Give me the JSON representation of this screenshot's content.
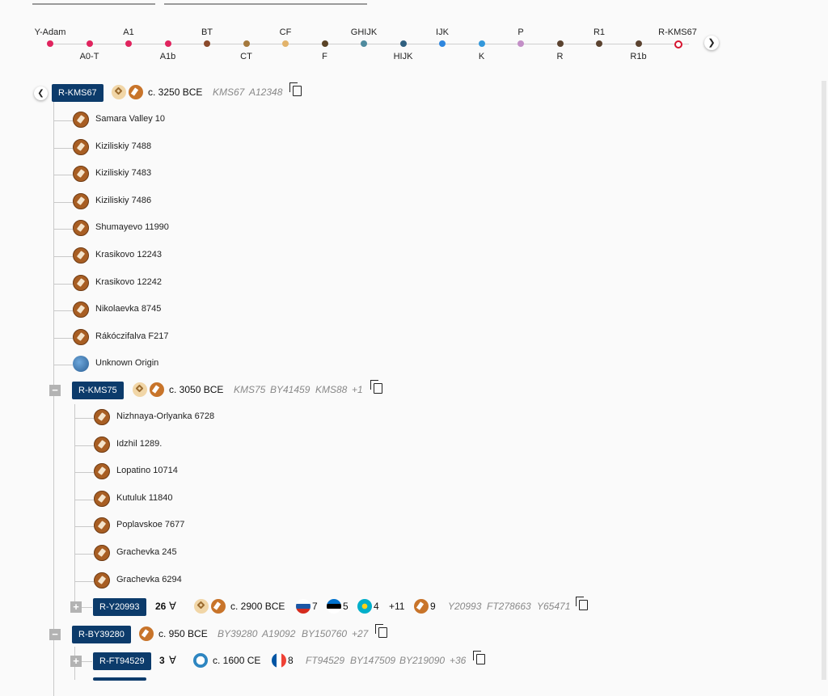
{
  "chain": {
    "nodes": [
      {
        "label": "Y-Adam",
        "color": "#e0245e"
      },
      {
        "label": "A0-T",
        "color": "#e0245e"
      },
      {
        "label": "A1",
        "color": "#e0245e"
      },
      {
        "label": "A1b",
        "color": "#e0245e"
      },
      {
        "label": "BT",
        "color": "#8b4a2b"
      },
      {
        "label": "CT",
        "color": "#a5793d"
      },
      {
        "label": "CF",
        "color": "#e2b36b"
      },
      {
        "label": "F",
        "color": "#5a4326"
      },
      {
        "label": "GHIJK",
        "color": "#4f8a9e"
      },
      {
        "label": "HIJK",
        "color": "#2f5f7f"
      },
      {
        "label": "IJK",
        "color": "#2e86de"
      },
      {
        "label": "K",
        "color": "#3498db"
      },
      {
        "label": "P",
        "color": "#c38fc7"
      },
      {
        "label": "R",
        "color": "#5b4330"
      },
      {
        "label": "R1",
        "color": "#5b4330"
      },
      {
        "label": "R1b",
        "color": "#5b4330"
      },
      {
        "label": "R-KMS67",
        "color": "#d6132e"
      }
    ],
    "next_icon": "chevron-right-icon"
  },
  "root": {
    "haplogroup": "R-KMS67",
    "date": "c. 3250 BCE",
    "snps": [
      "KMS67",
      "A12348"
    ],
    "samples": [
      "Samara Valley 10",
      "Kiziliskiy 7488",
      "Kiziliskiy 7483",
      "Kiziliskiy 7486",
      "Shumayevo 11990",
      "Krasikovo 12243",
      "Krasikovo 12242",
      "Nikolaevka 8745",
      "Rákóczifalva F217",
      "Unknown Origin"
    ]
  },
  "kms75": {
    "haplogroup": "R-KMS75",
    "toggle": "−",
    "date": "c. 3050 BCE",
    "snps": [
      "KMS75",
      "BY41459",
      "KMS88",
      "+1"
    ],
    "samples": [
      "Nizhnaya-Orlyanka 6728",
      "Idzhil 1289.",
      "Lopatino 10714",
      "Kutuluk 11840",
      "Poplavskoe 7677",
      "Grachevka 245",
      "Grachevka 6294"
    ]
  },
  "y20993": {
    "haplogroup": "R-Y20993",
    "toggle": "+",
    "branches": "26",
    "date": "c. 2900 BCE",
    "countries": [
      {
        "flag": "ru",
        "count": "7"
      },
      {
        "flag": "ee",
        "count": "5"
      },
      {
        "flag": "kz",
        "count": "4"
      }
    ],
    "more_countries": "+11",
    "ancient_count": "9",
    "snps": [
      "Y20993",
      "FT278663",
      "Y65471"
    ]
  },
  "by39280": {
    "haplogroup": "R-BY39280",
    "toggle": "−",
    "date": "c. 950 BCE",
    "snps": [
      "BY39280",
      "A19092",
      "BY150760",
      "+27"
    ]
  },
  "ft94529": {
    "haplogroup": "R-FT94529",
    "toggle": "+",
    "branches": "3",
    "date": "c. 1600 CE",
    "countries": [
      {
        "flag": "fr",
        "count": "8"
      }
    ],
    "snps": [
      "FT94529",
      "BY147509",
      "BY219090",
      "+36"
    ]
  }
}
